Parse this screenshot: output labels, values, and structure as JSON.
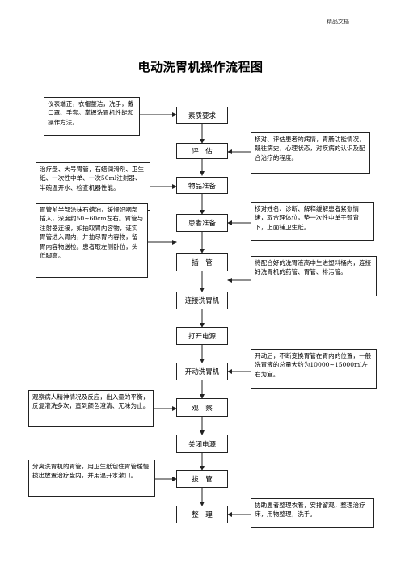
{
  "header": {
    "watermark": "精品文档"
  },
  "title": "电动洗胃机操作流程图",
  "steps": [
    "素质要求",
    "评　估",
    "物品准备",
    "患者准备",
    "插　管",
    "连接洗胃机",
    "打开电源",
    "开动洗胃机",
    "观　察",
    "关闭电源",
    "拔　管",
    "整　理"
  ],
  "left_notes": [
    "仪表端正，衣帽整洁，洗手，戴口罩、手套。掌握洗胃机性能和操作方法。",
    "治疗盘、大号胃管，石蜡润滑剂、卫生纸、一次性中单、一次50ml注射器、半碗温开水、检查机器性能。",
    "胃管前半部涂抹石蜡油，缓慢沿咽部插入，深度约50~60cm左右。胃管与注射器连接，如抽取胃内容物，证实胃管进入胃内，并抽尽胃内容物，留胃内容物送检。患者取左侧卧位，头低脚高。",
    "观察病人精神情况及反应，出入量的平衡，反复灌洗多次，直到颜色澄清、无味为止。",
    "分离洗胃机的胃管，用卫生纸包住胃管缓慢拔出放置治疗盘内，并用温开水漱口。"
  ],
  "right_notes": [
    "核对、评估患者的病情，胃肠功能情况，既往病史，心理状态，对疾病的认识及配合治疗的程度。",
    "核对姓名、诊断、解释缓解患者紧张情绪，取合理体位，垫一次性中单于颈背下，上面铺卫生纸。",
    "将配合好的洗胃液高中生进塑料桶内，连接好洗胃机的药管、胃管、排污管。",
    "开动后，不断变换胃管在胃内的位置，一般洗胃液的总量大约为10000~15000ml左右为宜。",
    "协助患者整理衣着，安排留观，整理治疗床，用物整理，洗手。"
  ],
  "footer": {
    "mark": "."
  }
}
